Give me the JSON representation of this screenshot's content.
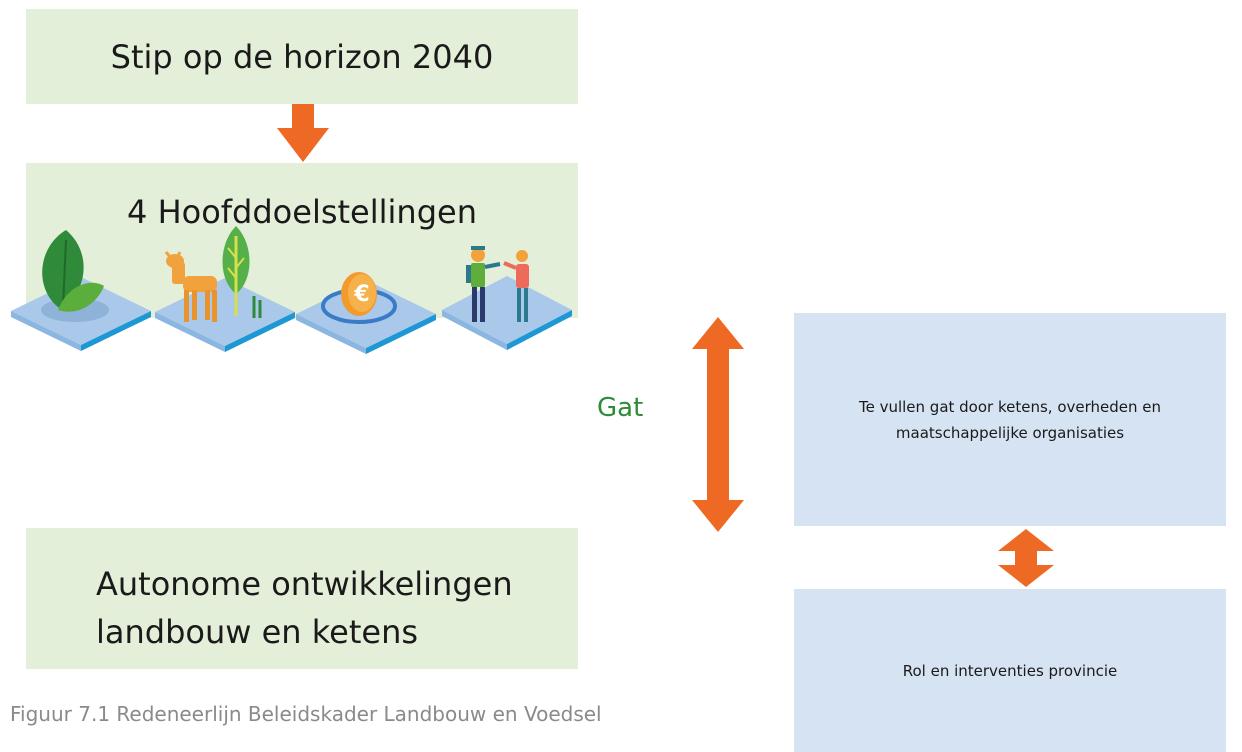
{
  "boxes": {
    "horizon": "Stip op de horizon 2040",
    "goals": "4 Hoofddoelstellingen",
    "auto_line1": "Autonome ontwikkelingen",
    "auto_line2": "landbouw en ketens",
    "gap_line1": "Te vullen gat door ketens, overheden en",
    "gap_line2": "maatschappelijke organisaties",
    "rol": "Rol en interventies provincie"
  },
  "gap_label": "Gat",
  "caption": "Figuur 7.1 Redeneerlijn Beleidskader Landbouw en Voedsel",
  "colors": {
    "green_box": "#e3efd9",
    "blue_box": "#d6e3f3",
    "arrow": "#ee6a24",
    "gap_label": "#2e8b3a",
    "caption": "#8a8a8a"
  },
  "icons": [
    "leaf-icon",
    "deer-tree-icon",
    "euro-coin-icon",
    "people-handshake-icon"
  ]
}
